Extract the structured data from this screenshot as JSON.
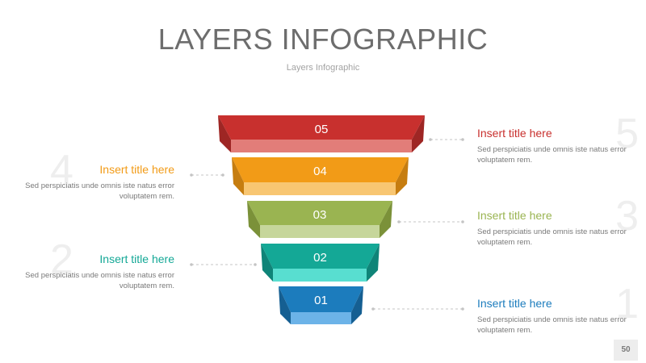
{
  "title": "LAYERS INFOGRAPHIC",
  "subtitle": "Layers Infographic",
  "page_number": "50",
  "layers": [
    {
      "label": "05",
      "top": "#c8302e",
      "bottom": "#e27d79",
      "side": "#9e2624"
    },
    {
      "label": "04",
      "top": "#f29b17",
      "bottom": "#f8c672",
      "side": "#c67d10"
    },
    {
      "label": "03",
      "top": "#9ab451",
      "bottom": "#c6d69b",
      "side": "#7b9139"
    },
    {
      "label": "02",
      "top": "#14a896",
      "bottom": "#58ded0",
      "side": "#0f8478"
    },
    {
      "label": "01",
      "top": "#1c7cbd",
      "bottom": "#6cb3e8",
      "side": "#155f92"
    }
  ],
  "items": [
    {
      "number": "5",
      "title": "Insert title here",
      "desc": "Sed perspiciatis unde omnis iste natus error voluptatem rem.",
      "color": "#c8302e"
    },
    {
      "number": "4",
      "title": "Insert title here",
      "desc": "Sed perspiciatis unde omnis iste natus error voluptatem rem.",
      "color": "#f29b17"
    },
    {
      "number": "3",
      "title": "Insert title here",
      "desc": "Sed perspiciatis unde omnis iste natus error voluptatem rem.",
      "color": "#9ab451"
    },
    {
      "number": "2",
      "title": "Insert title here",
      "desc": "Sed perspiciatis unde omnis iste natus error voluptatem rem.",
      "color": "#14a896"
    },
    {
      "number": "1",
      "title": "Insert title here",
      "desc": "Sed perspiciatis unde omnis iste natus error voluptatem rem.",
      "color": "#1c7cbd"
    }
  ]
}
